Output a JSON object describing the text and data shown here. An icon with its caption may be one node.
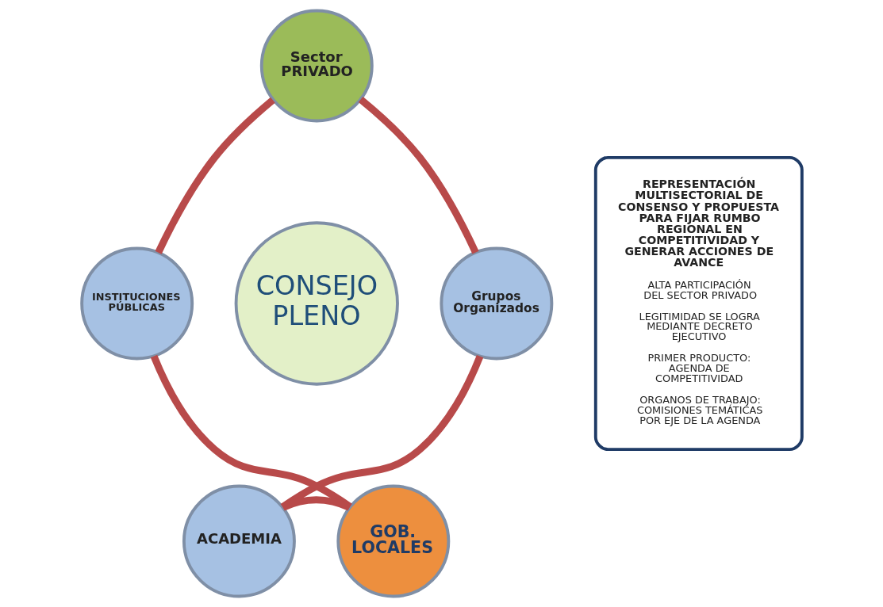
{
  "diagram": {
    "nodes": [
      {
        "text": [
          "Sector PRIVADO"
        ]
      },
      {
        "text": [
          "INSTITUCIONES PÚBLICAS"
        ]
      },
      {
        "text": [
          "Grupos Organizados"
        ]
      },
      {
        "text": [
          "CONSEJO PLENO"
        ]
      },
      {
        "text": [
          "GOB. LOCALES"
        ]
      },
      {
        "text": [
          "ACADEMIA"
        ]
      },
      {
        "text": [
          "REPRESENTACIÓN MULTISECTORIAL DE CONSENSO Y PROPUESTA PARA FIJAR RUMBO REGIONAL EN COMPETITIVIDAD Y GENERAR ACCIONES DE AVANCE",
          "ALTA PARTICIPACIÓN DEL SECTOR PRIVADO",
          "LEGITIMIDAD SE LOGRA MEDIANTE DECRETO EJECUTIVO",
          "PRIMER PRODUCTO: AGENDA DE COMPETITIVIDAD",
          "ORGANOS DE TRABAJO: COMISIONES TEMÁTICAS POR EJE DE LA AGENDA"
        ]
      }
    ],
    "edges": [
      {
        "from": 0,
        "to": 2,
        "arrow": "none"
      },
      {
        "from": 2,
        "to": 5,
        "arrow": "none"
      },
      {
        "from": 5,
        "to": 4,
        "arrow": "none"
      },
      {
        "from": 4,
        "to": 1,
        "arrow": "none"
      },
      {
        "from": 1,
        "to": 0,
        "arrow": "none"
      }
    ]
  }
}
